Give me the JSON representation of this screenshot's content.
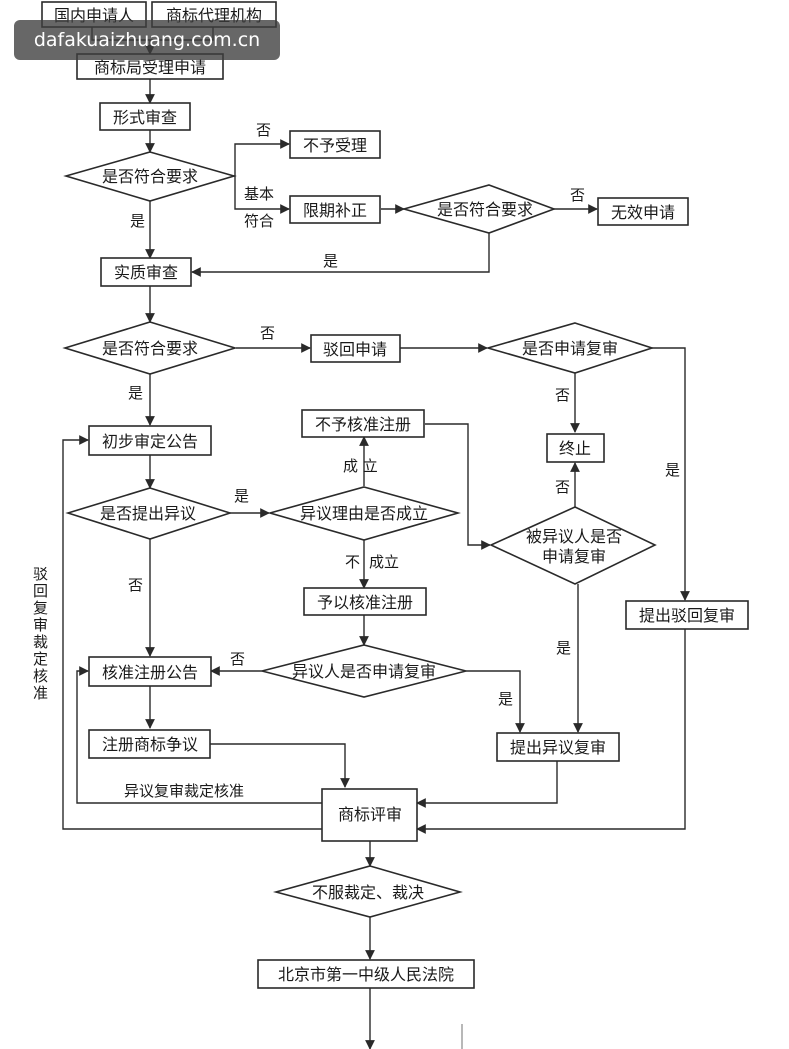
{
  "watermark": "dafakuaizhuang.com.cn",
  "nodes": {
    "domestic_applicant": "国内申请人",
    "tm_agency": "商标代理机构",
    "tmo_accept": "商标局受理申请",
    "formal_exam": "形式审查",
    "meets_req_1": "是否符合要求",
    "not_accepted": "不予受理",
    "correction": "限期补正",
    "meets_req_2": "是否符合要求",
    "invalid_app": "无效申请",
    "substantive_exam": "实质审查",
    "meets_req_3": "是否符合要求",
    "rejected": "驳回申请",
    "apply_review_q": "是否申请复审",
    "terminated": "终止",
    "prelim_announce": "初步审定公告",
    "opposition_q": "是否提出异议",
    "not_approved_reg": "不予核准注册",
    "opposition_valid_q": "异议理由是否成立",
    "opposed_review_q": "被异议人是否申请复审",
    "approve_reg": "予以核准注册",
    "file_reject_review": "提出驳回复审",
    "approval_announce": "核准注册公告",
    "opponent_review_q": "异议人是否申请复审",
    "reg_dispute": "注册商标争议",
    "file_opp_review": "提出异议复审",
    "trab": "商标评审",
    "disagree_q": "不服裁定、裁决",
    "court": "北京市第一中级人民法院"
  },
  "labels": {
    "no_1": "否",
    "basic_1": "基本",
    "basic_2": "符合",
    "yes_1": "是",
    "no_2": "否",
    "yes_2": "是",
    "no_3": "否",
    "yes_3": "是",
    "no_4": "否",
    "valid": "成  立",
    "yes_4": "是",
    "not": "不",
    "not_valid": "成立",
    "no_5": "否",
    "no_6": "否",
    "yes_5": "是",
    "yes_6": "是",
    "no_7": "否",
    "yes_7": "是",
    "left_vertical": "驳回复审裁定核准",
    "opp_review_approved": "异议复审裁定核准"
  }
}
